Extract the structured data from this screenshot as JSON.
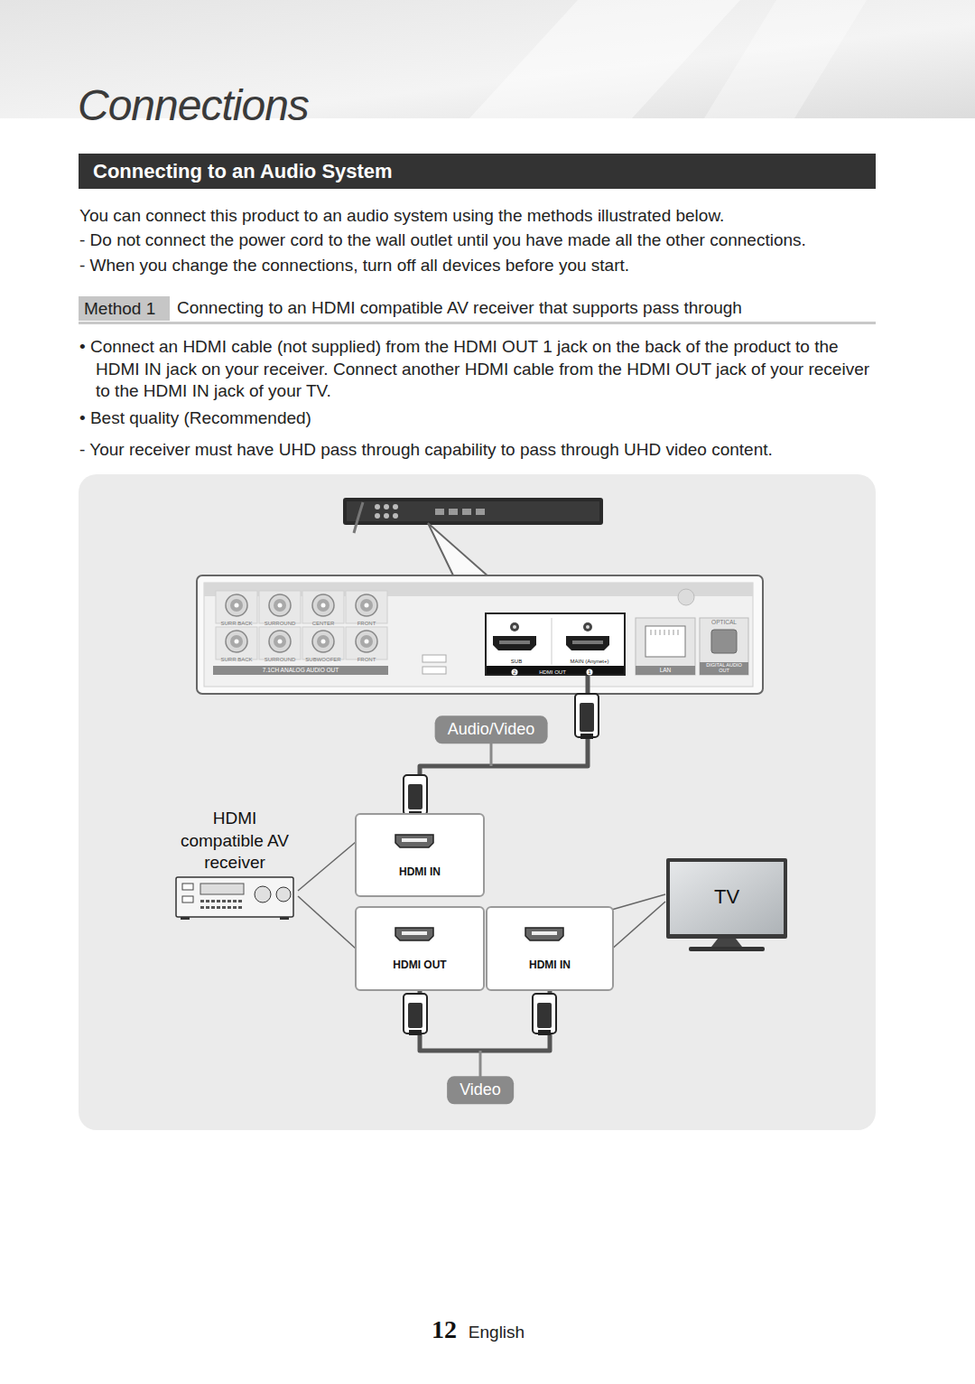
{
  "diagram": {
    "title": "Connections",
    "nodes": [
      {
        "text": [
          "Connecting to an Audio System"
        ]
      },
      {
        "text": [
          "Method 1"
        ]
      },
      {
        "text": [
          "SUB",
          "MAIN (Anynet+)",
          "2",
          "HDMI OUT",
          "1"
        ]
      },
      {
        "text": [
          "HDMI IN"
        ]
      },
      {
        "text": [
          "HDMI OUT"
        ]
      },
      {
        "text": [
          "HDMI IN"
        ]
      }
    ],
    "edges": [
      {
        "from": 2,
        "to": 3,
        "label": "Audio/Video",
        "arrow": "none"
      },
      {
        "from": 4,
        "to": 5,
        "label": "Video",
        "arrow": "none"
      }
    ],
    "labels": [
      "You can connect this product to an audio system using the methods illustrated below.",
      "- Do not connect the power cord to the wall outlet until you have made all the other connections.",
      "- When you change the connections, turn off all devices before you start.",
      "• Connect an HDMI cable (not supplied) from the HDMI OUT 1 jack on the back of the product to the HDMI IN jack on your receiver. Connect another HDMI cable from the HDMI OUT jack of your receiver to the HDMI IN jack of your TV.",
      "• Best quality (Recommended)",
      "- Your receiver must have UHD pass through capability to pass through UHD video content.",
      "Connecting to an HDMI compatible AV receiver that supports pass through",
      "SURR.BACK",
      "SURROUND",
      "CENTER",
      "FRONT",
      "SURR.BACK",
      "SURROUND",
      "SUBWOOFER",
      "FRONT",
      "7.1CH ANALOG AUDIO OUT",
      "LAN",
      "OPTICAL",
      "DIGITAL AUDIO OUT",
      "HDMI compatible AV receiver",
      "TV",
      "12",
      "English"
    ]
  }
}
